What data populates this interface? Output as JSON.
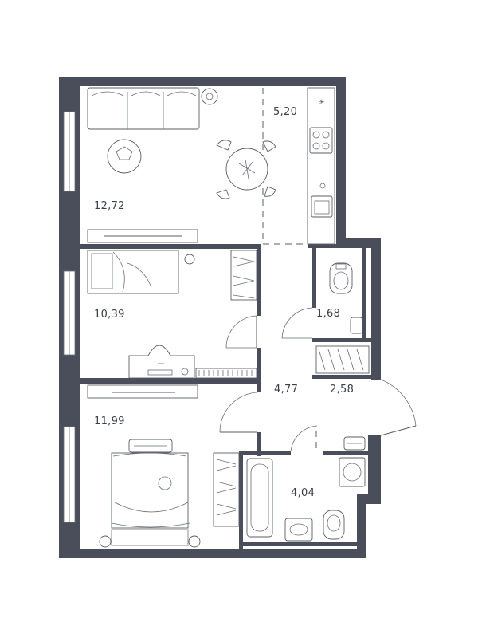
{
  "floorplan": {
    "rooms": [
      {
        "id": "living",
        "area": "12,72"
      },
      {
        "id": "kitchen",
        "area": "5,20"
      },
      {
        "id": "bedroom-1",
        "area": "10,39"
      },
      {
        "id": "bedroom-2",
        "area": "11,99"
      },
      {
        "id": "hallway",
        "area": "4,77"
      },
      {
        "id": "toilet",
        "area": "1,68"
      },
      {
        "id": "closet",
        "area": "2,58"
      },
      {
        "id": "bathroom",
        "area": "4,04"
      }
    ],
    "colors": {
      "wall": "#4a4e5a",
      "background": "#ffffff",
      "text": "#3b3f4a"
    }
  }
}
